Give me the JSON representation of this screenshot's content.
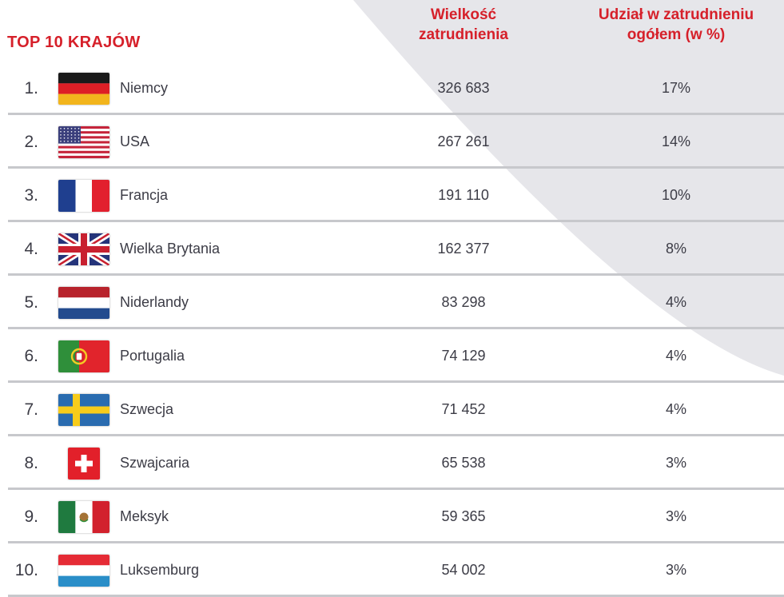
{
  "header": {
    "title": "TOP 10 KRAJÓW",
    "col_employment": [
      "Wielkość",
      "zatrudnienia"
    ],
    "col_share": [
      "Udział w zatrudnieniu",
      "ogółem (w %)"
    ]
  },
  "colors": {
    "accent": "#d6202a",
    "text": "#3c3c46",
    "separator": "#c7c8cc",
    "arc_background": "#e6e6ea"
  },
  "chart_data": {
    "type": "table",
    "title": "TOP 10 KRAJÓW",
    "columns": [
      "Wielkość zatrudnienia",
      "Udział w zatrudnieniu ogółem (w %)"
    ],
    "rows": [
      {
        "rank": "1.",
        "country": "Niemcy",
        "flag": "germany-flag",
        "employment": "326 683",
        "share": "17%"
      },
      {
        "rank": "2.",
        "country": "USA",
        "flag": "usa-flag",
        "employment": "267 261",
        "share": "14%"
      },
      {
        "rank": "3.",
        "country": "Francja",
        "flag": "france-flag",
        "employment": "191 110",
        "share": "10%"
      },
      {
        "rank": "4.",
        "country": "Wielka Brytania",
        "flag": "uk-flag",
        "employment": "162 377",
        "share": "8%"
      },
      {
        "rank": "5.",
        "country": "Niderlandy",
        "flag": "netherlands-flag",
        "employment": "83 298",
        "share": "4%"
      },
      {
        "rank": "6.",
        "country": "Portugalia",
        "flag": "portugal-flag",
        "employment": "74 129",
        "share": "4%"
      },
      {
        "rank": "7.",
        "country": "Szwecja",
        "flag": "sweden-flag",
        "employment": "71 452",
        "share": "4%"
      },
      {
        "rank": "8.",
        "country": "Szwajcaria",
        "flag": "switzerland-flag",
        "employment": "65 538",
        "share": "3%"
      },
      {
        "rank": "9.",
        "country": "Meksyk",
        "flag": "mexico-flag",
        "employment": "59 365",
        "share": "3%"
      },
      {
        "rank": "10.",
        "country": "Luksemburg",
        "flag": "luxembourg-flag",
        "employment": "54 002",
        "share": "3%"
      }
    ]
  }
}
